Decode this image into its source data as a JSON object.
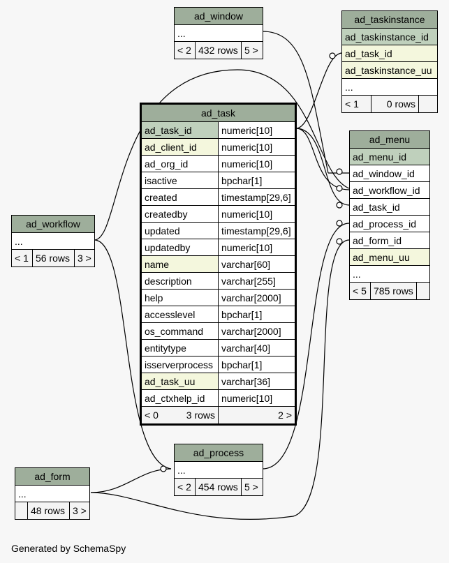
{
  "footer": "Generated by SchemaSpy",
  "ad_window": {
    "title": "ad_window",
    "placeholder": "...",
    "foot": [
      "< 2",
      "432 rows",
      "5 >"
    ]
  },
  "ad_taskinstance": {
    "title": "ad_taskinstance",
    "rows": [
      "ad_taskinstance_id",
      "ad_task_id",
      "ad_taskinstance_uu",
      "..."
    ],
    "foot": [
      "< 1",
      "0 rows",
      ""
    ]
  },
  "ad_menu": {
    "title": "ad_menu",
    "rows": [
      "ad_menu_id",
      "ad_window_id",
      "ad_workflow_id",
      "ad_task_id",
      "ad_process_id",
      "ad_form_id",
      "ad_menu_uu",
      "..."
    ],
    "foot": [
      "< 5",
      "785 rows",
      ""
    ]
  },
  "ad_workflow": {
    "title": "ad_workflow",
    "placeholder": "...",
    "foot": [
      "< 1",
      "56 rows",
      "3 >"
    ]
  },
  "ad_process": {
    "title": "ad_process",
    "placeholder": "...",
    "foot": [
      "< 2",
      "454 rows",
      "5 >"
    ]
  },
  "ad_form": {
    "title": "ad_form",
    "placeholder": "...",
    "foot": [
      "",
      "48 rows",
      "3 >"
    ]
  },
  "ad_task": {
    "title": "ad_task",
    "columns": [
      {
        "name": "ad_task_id",
        "type": "numeric[10]"
      },
      {
        "name": "ad_client_id",
        "type": "numeric[10]"
      },
      {
        "name": "ad_org_id",
        "type": "numeric[10]"
      },
      {
        "name": "isactive",
        "type": "bpchar[1]"
      },
      {
        "name": "created",
        "type": "timestamp[29,6]"
      },
      {
        "name": "createdby",
        "type": "numeric[10]"
      },
      {
        "name": "updated",
        "type": "timestamp[29,6]"
      },
      {
        "name": "updatedby",
        "type": "numeric[10]"
      },
      {
        "name": "name",
        "type": "varchar[60]"
      },
      {
        "name": "description",
        "type": "varchar[255]"
      },
      {
        "name": "help",
        "type": "varchar[2000]"
      },
      {
        "name": "accesslevel",
        "type": "bpchar[1]"
      },
      {
        "name": "os_command",
        "type": "varchar[2000]"
      },
      {
        "name": "entitytype",
        "type": "varchar[40]"
      },
      {
        "name": "isserverprocess",
        "type": "bpchar[1]"
      },
      {
        "name": "ad_task_uu",
        "type": "varchar[36]"
      },
      {
        "name": "ad_ctxhelp_id",
        "type": "numeric[10]"
      }
    ],
    "foot": [
      "< 0",
      "3 rows",
      "2 >"
    ]
  },
  "colors": {
    "header": "#9eae9b",
    "pk": "#bfd0bc",
    "indexed": "#f4f7dd",
    "background": "#f7f7f7"
  }
}
